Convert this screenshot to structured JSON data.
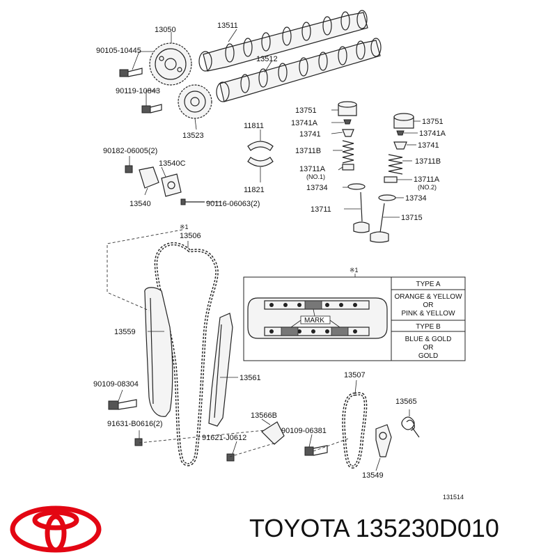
{
  "brand": {
    "title": "TOYOTA 135230D010",
    "logo_color": "#e30613"
  },
  "diagram": {
    "id_code": "131514",
    "callout_mark": "※1",
    "labels": {
      "p13050": "13050",
      "p13511": "13511",
      "p13512": "13512",
      "p90105": "90105-10445",
      "p90119": "90119-10843",
      "p13523": "13523",
      "p13751a": "13751",
      "p13741Aa": "13741A",
      "p13741a": "13741",
      "p13711Ba": "13711B",
      "p13711Aa": "13711A",
      "no1": "(NO.1)",
      "p13734a": "13734",
      "p13711": "13711",
      "p13751b": "13751",
      "p13741Ab": "13741A",
      "p13741b": "13741",
      "p13711Bb": "13711B",
      "p13711Ab": "13711A",
      "no2": "(NO.2)",
      "p13734b": "13734",
      "p13715": "13715",
      "p11811": "11811",
      "p11821": "11821",
      "p90182": "90182-06005(2)",
      "p13540C": "13540C",
      "p13540": "13540",
      "p90116": "90116-06063(2)",
      "p13506": "13506",
      "p13559": "13559",
      "p13561": "13561",
      "p90109a": "90109-08304",
      "p91631": "91631-B0616(2)",
      "p13566B": "13566B",
      "p91621": "91621-J0612",
      "p90109b": "90109-06381",
      "p13507": "13507",
      "p13565": "13565",
      "p13549": "13549"
    },
    "inset": {
      "mark_label": "MARK",
      "rows": [
        "TYPE A",
        "ORANGE & YELLOW",
        "OR",
        "PINK & YELLOW",
        "TYPE B",
        "BLUE & GOLD",
        "OR",
        "GOLD"
      ]
    }
  }
}
